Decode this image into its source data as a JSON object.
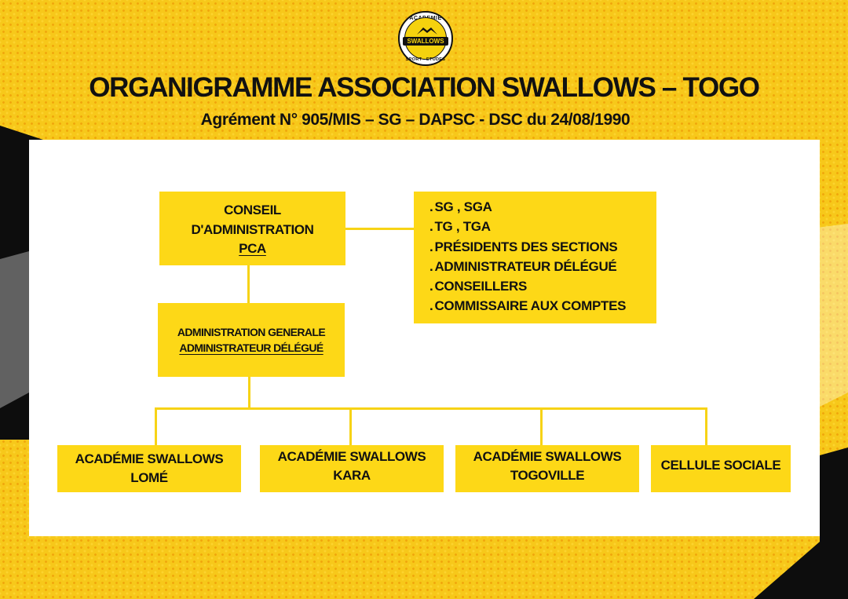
{
  "logo": {
    "top_text": "ACADEMIE",
    "band_text": "SWALLOWS",
    "bottom_text": "SPORT - ETUDES"
  },
  "header": {
    "title": "ORGANIGRAMME ASSOCIATION SWALLOWS – TOGO",
    "subtitle": "Agrément N° 905/MIS – SG – DAPSC - DSC du 24/08/1990"
  },
  "org": {
    "conseil": {
      "line1": "CONSEIL",
      "line2": "D'ADMINISTRATION",
      "line3": "PCA"
    },
    "members": [
      "SG , SGA",
      "TG , TGA",
      "PRÉSIDENTS DES SECTIONS",
      "ADMINISTRATEUR DÉLÉGUÉ",
      "CONSEILLERS",
      "COMMISSAIRE AUX COMPTES"
    ],
    "admin": {
      "line1": "ADMINISTRATION GENERALE",
      "line2": "ADMINISTRATEUR DÉLÉGUÉ"
    },
    "units": [
      {
        "line1": "ACADÉMIE SWALLOWS",
        "line2": "LOMÉ"
      },
      {
        "line1": "ACADÉMIE SWALLOWS",
        "line2": "KARA"
      },
      {
        "line1": "ACADÉMIE SWALLOWS",
        "line2": "TOGOVILLE"
      },
      {
        "line1": "CELLULE SOCIALE",
        "line2": ""
      }
    ]
  },
  "colors": {
    "background": "#f7c81a",
    "box": "#fdd817",
    "text": "#111111",
    "panel": "#ffffff"
  }
}
